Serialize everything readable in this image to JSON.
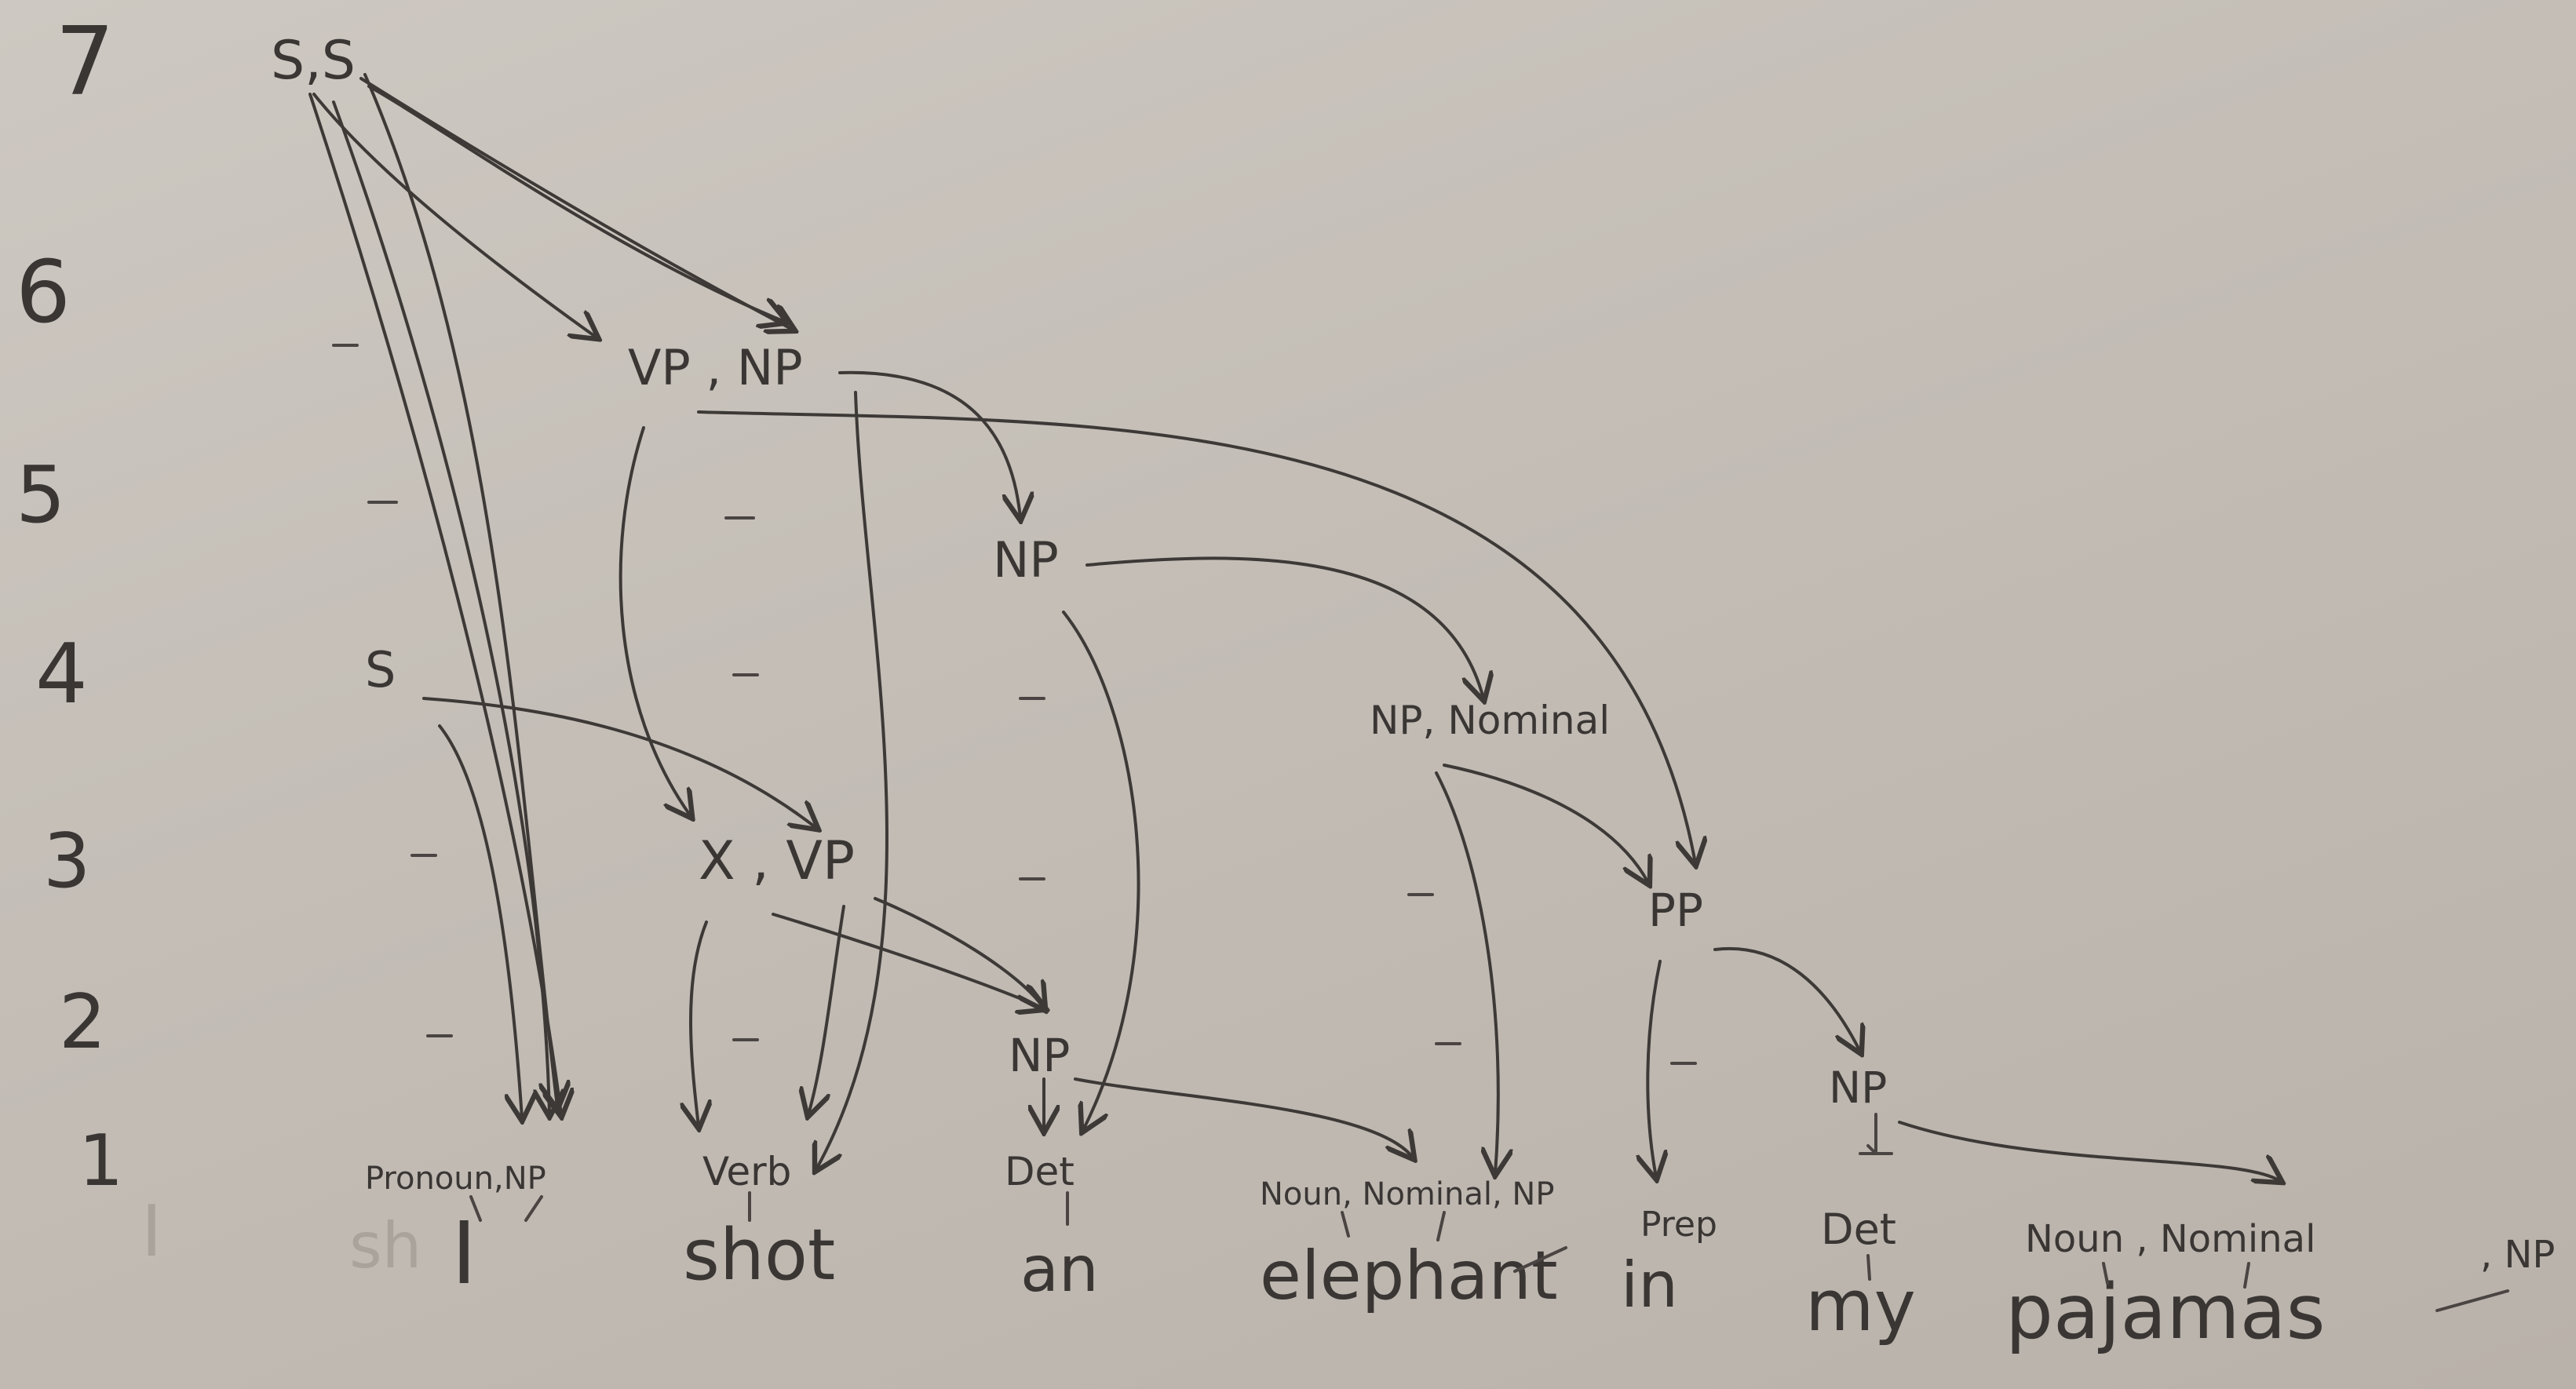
{
  "row_numbers": [
    "7",
    "6",
    "5",
    "4",
    "3",
    "2",
    "1"
  ],
  "words": [
    {
      "id": "w-i",
      "text": "I"
    },
    {
      "id": "w-shot",
      "text": "shot"
    },
    {
      "id": "w-an",
      "text": "an"
    },
    {
      "id": "w-elephant",
      "text": "elephant"
    },
    {
      "id": "w-in",
      "text": "in"
    },
    {
      "id": "w-my",
      "text": "my"
    },
    {
      "id": "w-pajamas",
      "text": "pajamas"
    }
  ],
  "faint_marks": [
    "I",
    "sh"
  ],
  "nodes": [
    {
      "id": "n-ss",
      "text": "S,S"
    },
    {
      "id": "n-vp-np",
      "text": "VP , NP"
    },
    {
      "id": "n-np5",
      "text": "NP"
    },
    {
      "id": "n-s4",
      "text": "S"
    },
    {
      "id": "n-np-nominal",
      "text": "NP, Nominal"
    },
    {
      "id": "n-x-vp",
      "text": "X , VP"
    },
    {
      "id": "n-pp",
      "text": "PP"
    },
    {
      "id": "n-np2a",
      "text": "NP"
    },
    {
      "id": "n-np2b",
      "text": "NP"
    },
    {
      "id": "n-pronoun-np",
      "text": "Pronoun,NP"
    },
    {
      "id": "n-verb",
      "text": "Verb"
    },
    {
      "id": "n-det1",
      "text": "Det"
    },
    {
      "id": "n-noun-nominal-np1",
      "text": "Noun, Nominal, NP"
    },
    {
      "id": "n-prep",
      "text": "Prep"
    },
    {
      "id": "n-det2",
      "text": "Det"
    },
    {
      "id": "n-noun-nominal",
      "text": "Noun , Nominal"
    },
    {
      "id": "n-np-end",
      "text": ", NP"
    }
  ],
  "colors": {
    "paper": "#c7c1ba",
    "ink": "#3a3634"
  }
}
